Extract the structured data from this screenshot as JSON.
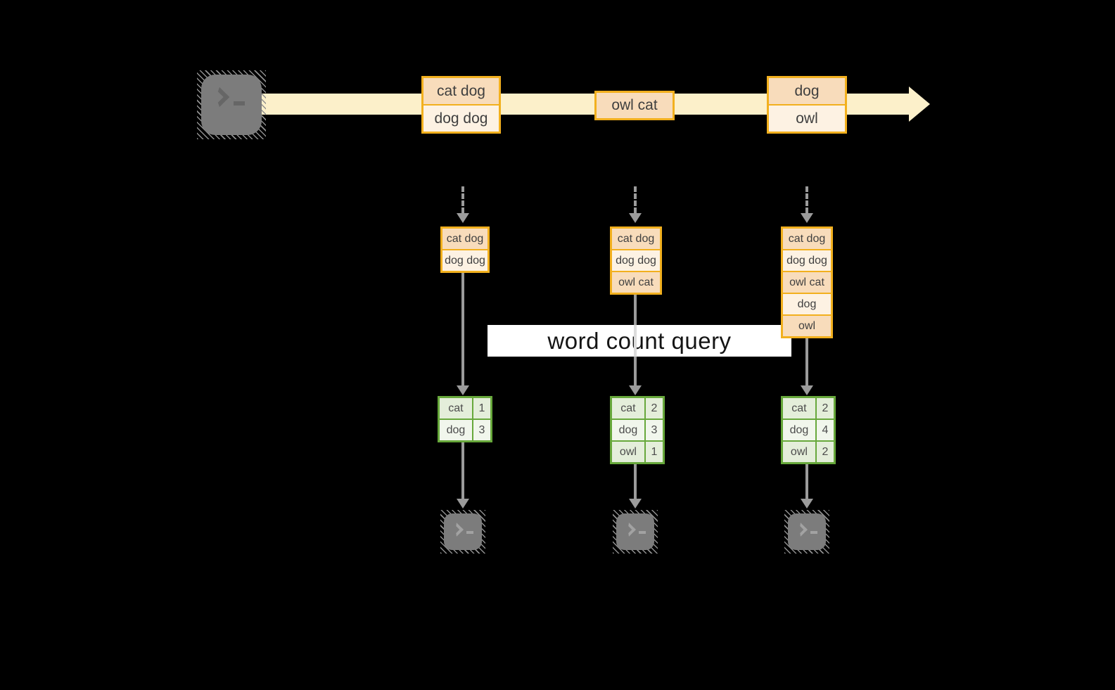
{
  "title": "word count query",
  "colors": {
    "accent_gold": "#F2B01E",
    "fill_peach": "#F8DCBB",
    "fill_cream": "#FDF2E3",
    "stream_band": "#FCF0CA",
    "accent_green": "#67A83B",
    "fill_green_dark": "#E4EEDA",
    "fill_green_light": "#F1F6EC",
    "arrow_gray": "#9B9B9B",
    "terminal_gray": "#7C7C7C"
  },
  "icons": {
    "source": "terminal-icon",
    "sinks": [
      "terminal-icon",
      "terminal-icon",
      "terminal-icon"
    ],
    "prompt": "chevron-and-underscore"
  },
  "stream": {
    "records": [
      {
        "cells": [
          "cat dog",
          "dog dog"
        ]
      },
      {
        "cells": [
          "owl cat"
        ]
      },
      {
        "cells": [
          "dog",
          "owl"
        ]
      }
    ]
  },
  "columns": [
    {
      "state": [
        "cat dog",
        "dog dog"
      ],
      "counts": [
        {
          "word": "cat",
          "count": 1
        },
        {
          "word": "dog",
          "count": 3
        }
      ]
    },
    {
      "state": [
        "cat dog",
        "dog dog",
        "owl cat"
      ],
      "counts": [
        {
          "word": "cat",
          "count": 2
        },
        {
          "word": "dog",
          "count": 3
        },
        {
          "word": "owl",
          "count": 1
        }
      ]
    },
    {
      "state": [
        "cat dog",
        "dog dog",
        "owl cat",
        "dog",
        "owl"
      ],
      "counts": [
        {
          "word": "cat",
          "count": 2
        },
        {
          "word": "dog",
          "count": 4
        },
        {
          "word": "owl",
          "count": 2
        }
      ]
    }
  ]
}
